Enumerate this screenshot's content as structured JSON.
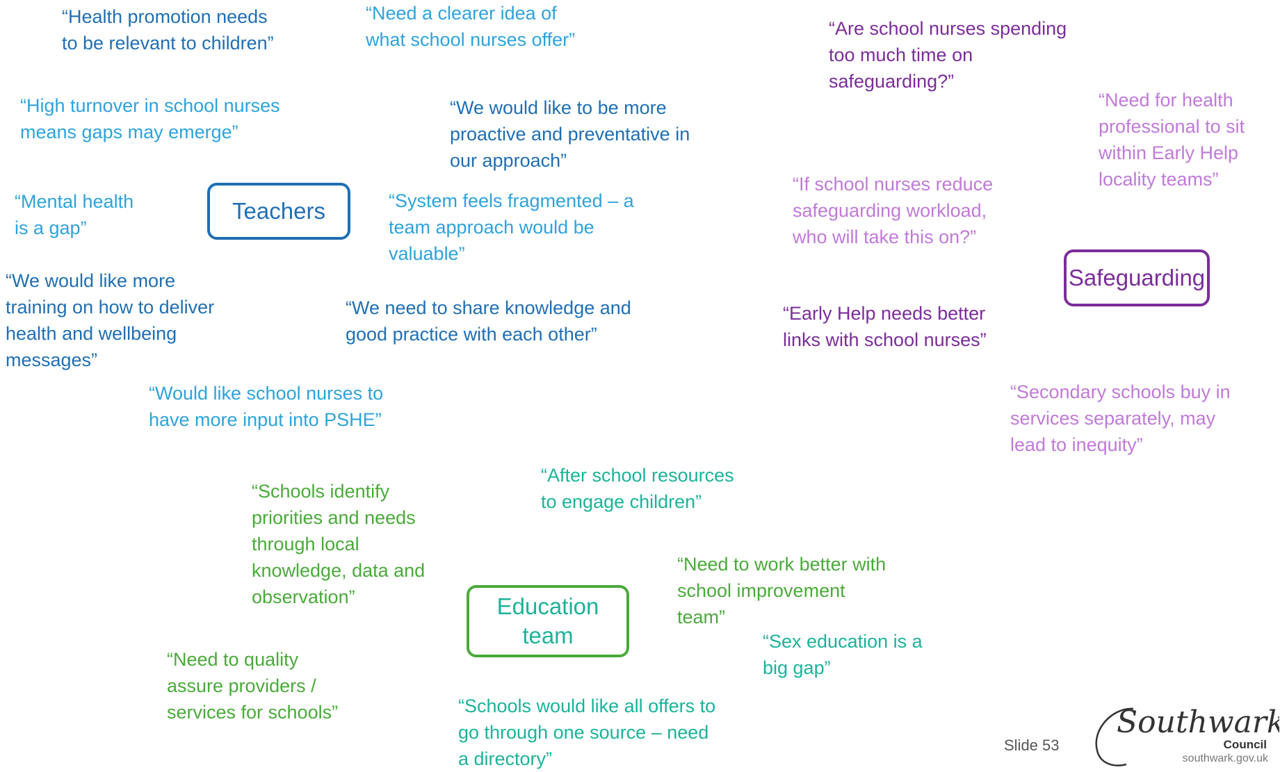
{
  "themes": {
    "teachers": "Teachers",
    "safeguarding": "Safeguarding",
    "education": "Education\nteam"
  },
  "quotes": {
    "health_promotion": "“Health promotion needs\nto be relevant to children”",
    "clearer_idea": "“Need a clearer idea of\nwhat school nurses offer”",
    "high_turnover": "“High turnover in school nurses\nmeans gaps may emerge”",
    "proactive": "“We would like to be more\nproactive and preventative in\nour approach”",
    "mental_health": "“Mental health\nis a gap”",
    "system_fragmented": "“System feels fragmented – a\nteam approach would be\nvaluable”",
    "more_training": "“We would like more\ntraining on how to deliver\nhealth and wellbeing\nmessages”",
    "share_knowledge": "“We need to share knowledge and\ngood practice with each other”",
    "pshe_input": "“Would like school nurses to\nhave more input into PSHE”",
    "safeguarding_time": "“Are school nurses spending\ntoo much time on\nsafeguarding?”",
    "health_professional": "“Need for health\nprofessional to sit\nwithin Early Help\nlocality teams”",
    "reduce_workload": "“If school nurses reduce\nsafeguarding workload,\nwho will take this on?”",
    "early_help_links": "“Early Help needs better\nlinks with school nurses”",
    "secondary_schools": "“Secondary schools buy in\nservices separately, may\nlead to inequity”",
    "schools_identify": "“Schools identify\npriorities and needs\nthrough local\nknowledge, data and\nobservation”",
    "after_school": "“After school resources\nto engage children”",
    "school_improvement": "“Need to work better with\nschool improvement\nteam”",
    "sex_education": "“Sex education is a\nbig gap”",
    "quality_assure": "“Need to quality\nassure providers /\nservices for schools”",
    "one_source": "“Schools would like all offers to\ngo through one source – need\na directory”"
  },
  "footer": {
    "slide_number": "Slide 53",
    "logo_wordmark": "Southwark",
    "logo_council": "Council",
    "logo_url": "southwark.gov.uk"
  }
}
